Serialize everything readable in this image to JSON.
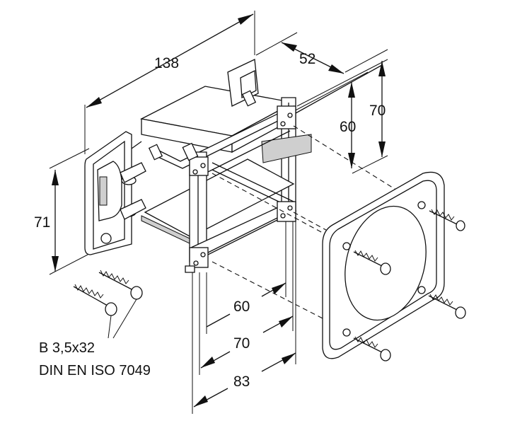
{
  "dimensions": {
    "length": "138",
    "depth": "52",
    "height_outer": "70",
    "height_inner": "60",
    "height_front": "71",
    "width_inner": "60",
    "width_mid": "70",
    "width_outer": "83"
  },
  "screw_spec": {
    "line1": "B 3,5x32",
    "line2": "DIN EN ISO 7049"
  }
}
